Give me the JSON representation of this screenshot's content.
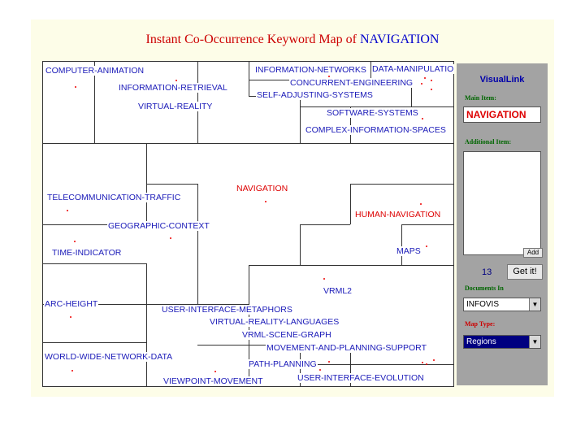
{
  "title": {
    "prefix": "Instant Co-Occurrence Keyword Map of ",
    "keyword": "NAVIGATION"
  },
  "map": {
    "regions": [
      "COMPUTER-ANIMATION",
      "INFORMATION-RETRIEVAL",
      "VIRTUAL-REALITY",
      "INFORMATION-NETWORKS",
      "DATA-MANIPULATIO",
      "CONCURRENT-ENGINEERING",
      "SELF-ADJUSTING-SYSTEMS",
      "SOFTWARE-SYSTEMS",
      "COMPLEX-INFORMATION-SPACES",
      "NAVIGATION",
      "TELECOMMUNICATION-TRAFFIC",
      "HUMAN-NAVIGATION",
      "GEOGRAPHIC-CONTEXT",
      "TIME-INDICATOR",
      "MAPS",
      "VRML2",
      "ARC-HEIGHT",
      "USER-INTERFACE-METAPHORS",
      "VIRTUAL-REALITY-LANGUAGES",
      "VRML-SCENE-GRAPH",
      "MOVEMENT-AND-PLANNING-SUPPORT",
      "WORLD-WIDE-NETWORK-DATA",
      "PATH-PLANNING",
      "USER-INTERFACE-EVOLUTION",
      "VIEWPOINT-MOVEMENT"
    ]
  },
  "panel": {
    "title": "VisualLink",
    "main_item_label": "Main Item:",
    "main_item_value": "NAVIGATION",
    "additional_item_label": "Additional Item:",
    "add_button": "Add",
    "count": "13",
    "get_button": "Get it!",
    "documents_label": "Documents In",
    "documents_value": "INFOVIS",
    "map_type_label": "Map Type:",
    "map_type_value": "Regions"
  },
  "colors": {
    "keyword": "#0000cc",
    "title": "#cc0000",
    "region_label": "#1a1ab8",
    "selected_region": "#dd0000",
    "panel": "#a3a3a3"
  }
}
